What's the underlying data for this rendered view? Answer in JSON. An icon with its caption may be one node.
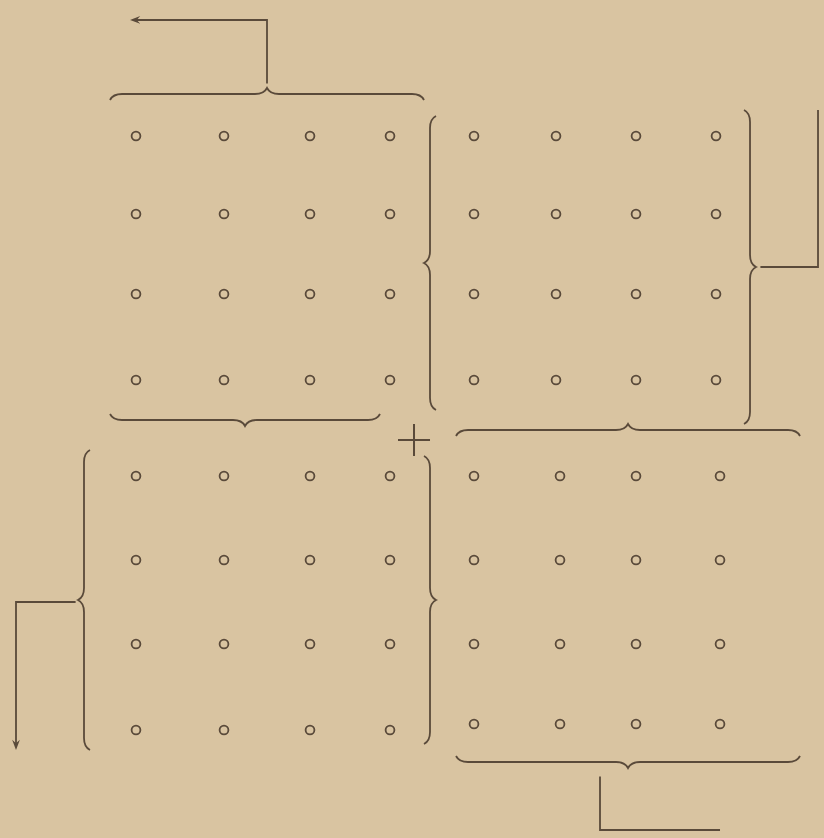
{
  "diagram": {
    "nodes": [
      {
        "text": [],
        "shape": "grid"
      },
      {
        "text": [],
        "shape": "grid"
      },
      {
        "text": [],
        "shape": "grid"
      },
      {
        "text": [],
        "shape": "grid"
      }
    ],
    "edges": [
      {
        "from": 0,
        "to": null,
        "arrow": "to"
      },
      {
        "from": 1,
        "to": null,
        "arrow": "none"
      },
      {
        "from": 2,
        "to": null,
        "arrow": "to"
      },
      {
        "from": 3,
        "to": null,
        "arrow": "none"
      }
    ]
  }
}
